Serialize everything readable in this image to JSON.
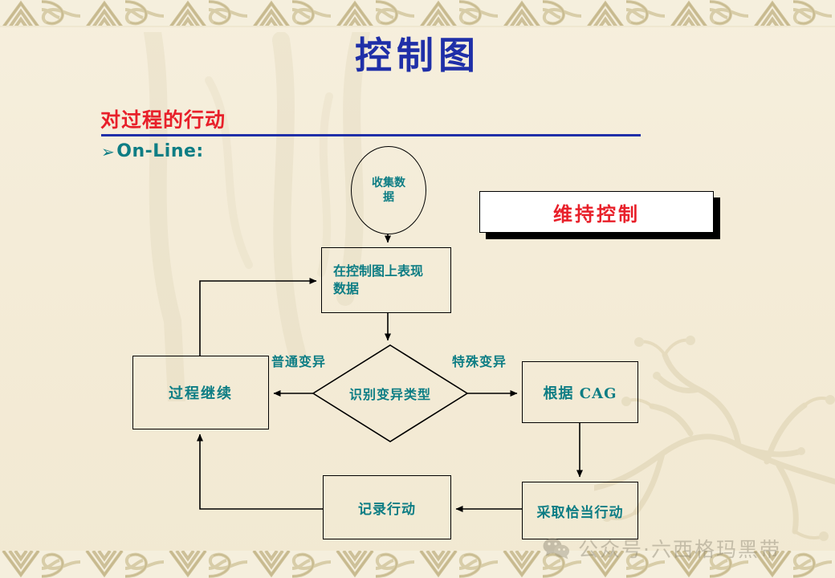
{
  "page": {
    "title": "控制图",
    "section_heading": "对过程的行动",
    "bullet_glyph": "➢",
    "bullet_label": "On-Line:"
  },
  "colors": {
    "title_blue": "#1f2fa8",
    "heading_red": "#e8202a",
    "node_teal": "#0d7d84",
    "slide_bg": "#f4ecd8",
    "border_tan": "#cfc297",
    "callout_bg": "#ffffff",
    "line_black": "#000000"
  },
  "callout": {
    "label": "维持控制"
  },
  "flowchart": {
    "type": "diagram",
    "nodes": [
      {
        "id": "collect",
        "shape": "circle",
        "label_line1": "收集数",
        "label_line2": "据"
      },
      {
        "id": "plot",
        "shape": "process",
        "label_line1": "在控制图上表现",
        "label_line2": "数据"
      },
      {
        "id": "decision",
        "shape": "diamond",
        "label": "识别变异类型"
      },
      {
        "id": "continue",
        "shape": "process",
        "label": "过程继续"
      },
      {
        "id": "cag",
        "shape": "process",
        "label": "根据 CAG"
      },
      {
        "id": "act",
        "shape": "process",
        "label": "采取恰当行动"
      },
      {
        "id": "record",
        "shape": "process",
        "label": "记录行动"
      }
    ],
    "edges": [
      {
        "from": "collect",
        "to": "plot",
        "label": ""
      },
      {
        "from": "plot",
        "to": "decision",
        "label": ""
      },
      {
        "from": "decision",
        "to": "continue",
        "label": "普通变异"
      },
      {
        "from": "decision",
        "to": "cag",
        "label": "特殊变异"
      },
      {
        "from": "cag",
        "to": "act",
        "label": ""
      },
      {
        "from": "act",
        "to": "record",
        "label": ""
      },
      {
        "from": "record",
        "to": "continue",
        "label": ""
      },
      {
        "from": "continue",
        "to": "plot",
        "label": ""
      }
    ],
    "edge_labels": {
      "common_cause": "普通变异",
      "special_cause": "特殊变异"
    }
  },
  "watermark": {
    "icon": "wechat-icon",
    "text": "公众号·六西格玛黑带"
  }
}
